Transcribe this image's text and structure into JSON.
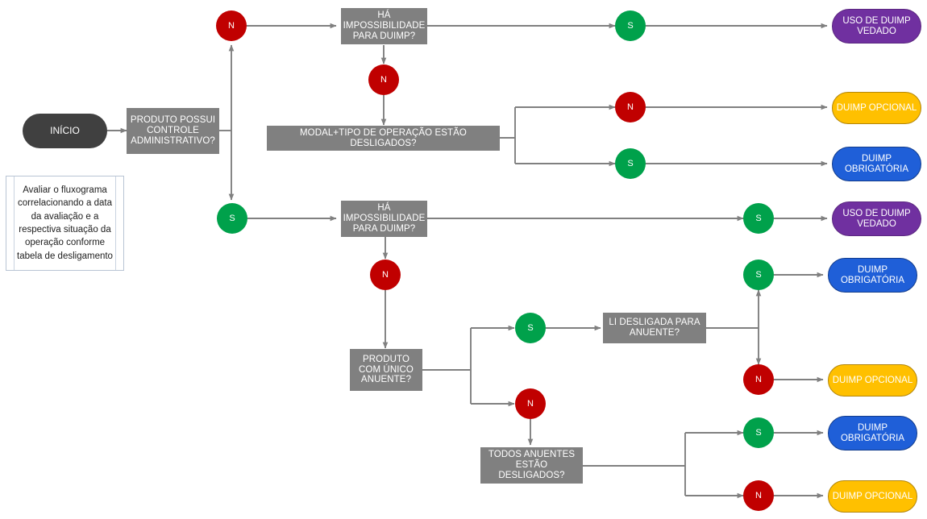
{
  "diagram": {
    "title_text": "",
    "colors": {
      "process": "#808080",
      "start": "#404040",
      "no": "#C00000",
      "yes": "#00A14B",
      "vedado": "#7030A0",
      "opcional": "#FFC000",
      "obrigatoria": "#1F5FD8",
      "connector": "#808080",
      "note_border": "#b8c4d4"
    },
    "note": {
      "text": "Avaliar o fluxograma correlacionando a data da avaliação e a respectiva situação da operação  conforme tabela de desligamento"
    },
    "start_node": {
      "label": "INÍCIO"
    },
    "boxes": [
      {
        "id": "produto_controle",
        "label": "PRODUTO POSSUI CONTROLE ADMINISTRATIVO?"
      },
      {
        "id": "ha_impossibilidade_1",
        "label": "HÁ IMPOSSIBILIDADE PARA DUIMP?"
      },
      {
        "id": "modal_tipo",
        "label": "MODAL+TIPO DE OPERAÇÃO ESTÃO DESLIGADOS?"
      },
      {
        "id": "ha_impossibilidade_2",
        "label": "HÁ IMPOSSIBILIDADE PARA DUIMP?"
      },
      {
        "id": "produto_unico_anuente",
        "label": "PRODUTO COM ÚNICO ANUENTE?"
      },
      {
        "id": "li_desligada",
        "label": "LI DESLIGADA PARA ANUENTE?"
      },
      {
        "id": "todos_anuentes",
        "label": "TODOS ANUENTES ESTÃO DESLIGADOS?"
      }
    ],
    "decisions": [
      {
        "id": "d1",
        "label": "N"
      },
      {
        "id": "d2",
        "label": "N"
      },
      {
        "id": "d3",
        "label": "S"
      },
      {
        "id": "d4",
        "label": "N"
      },
      {
        "id": "d5",
        "label": "S"
      },
      {
        "id": "d6",
        "label": "S"
      },
      {
        "id": "d7",
        "label": "S"
      },
      {
        "id": "d8",
        "label": "N"
      },
      {
        "id": "d9",
        "label": "S"
      },
      {
        "id": "d10",
        "label": "S"
      },
      {
        "id": "d11",
        "label": "N"
      },
      {
        "id": "d12",
        "label": "N"
      },
      {
        "id": "d13",
        "label": "S"
      },
      {
        "id": "d14",
        "label": "N"
      }
    ],
    "outcomes": [
      {
        "id": "o1",
        "label": "USO DE DUIMP VEDADO",
        "kind": "vedado"
      },
      {
        "id": "o2",
        "label": "DUIMP OPCIONAL",
        "kind": "opcional"
      },
      {
        "id": "o3",
        "label": "DUIMP OBRIGATÓRIA",
        "kind": "obrigatoria"
      },
      {
        "id": "o4",
        "label": "USO DE DUIMP VEDADO",
        "kind": "vedado"
      },
      {
        "id": "o5",
        "label": "DUIMP OBRIGATÓRIA",
        "kind": "obrigatoria"
      },
      {
        "id": "o6",
        "label": "DUIMP OPCIONAL",
        "kind": "opcional"
      },
      {
        "id": "o7",
        "label": "DUIMP OBRIGATÓRIA",
        "kind": "obrigatoria"
      },
      {
        "id": "o8",
        "label": "DUIMP OPCIONAL",
        "kind": "opcional"
      }
    ]
  }
}
